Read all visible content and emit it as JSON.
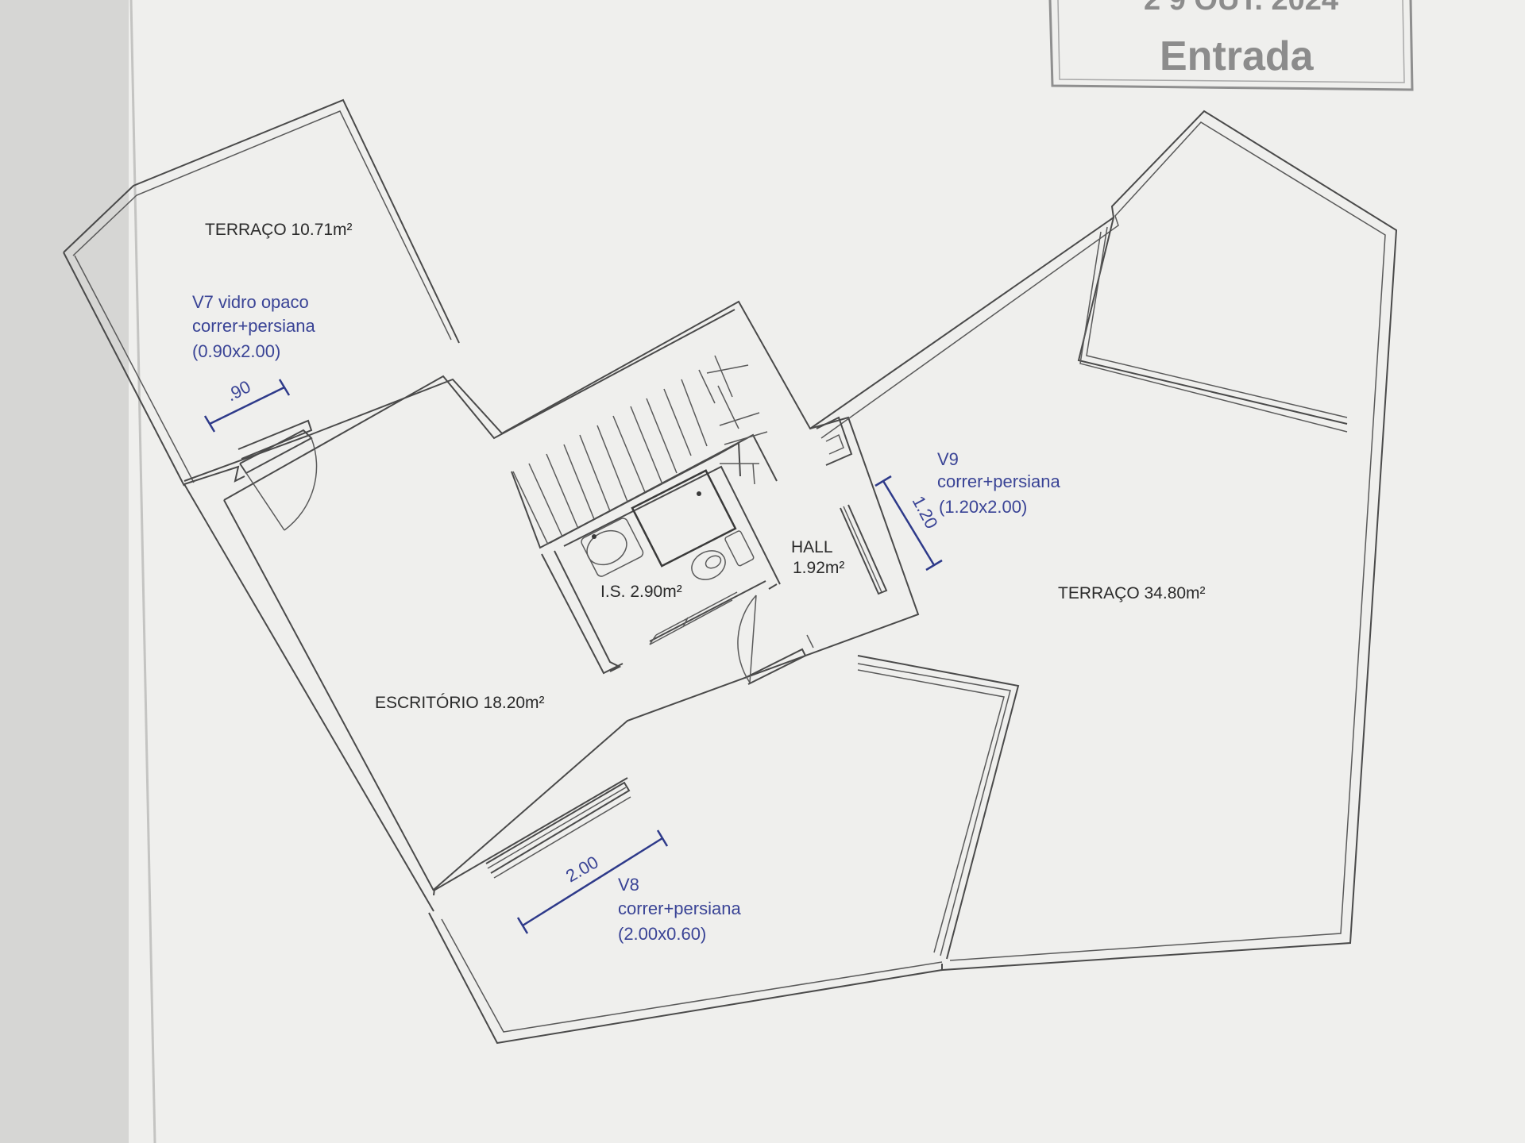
{
  "stamp": {
    "date_partial": "2 9 OUT. 2024",
    "label": "Entrada"
  },
  "rooms": {
    "terraco_small": "TERRAÇO 10.71m²",
    "escritorio": "ESCRITÓRIO 18.20m²",
    "is": "I.S. 2.90m²",
    "hall_name": "HALL",
    "hall_area": "1.92m²",
    "terraco_large": "TERRAÇO 34.80m²"
  },
  "windows": {
    "v7": {
      "line1": "V7 vidro opaco",
      "line2": "correr+persiana",
      "line3": "(0.90x2.00)",
      "dimension": ".90"
    },
    "v8": {
      "line1": "V8",
      "line2": "correr+persiana",
      "line3": "(2.00x0.60)",
      "dimension": "2.00"
    },
    "v9": {
      "line1": "V9",
      "line2": "correr+persiana",
      "line3": "(1.20x2.00)",
      "dimension": "1.20"
    }
  },
  "colors": {
    "paper": "#efefed",
    "line": "#4a4a4a",
    "annotation_blue": "#3a4496",
    "stamp_grey": "#8c8c8c"
  }
}
